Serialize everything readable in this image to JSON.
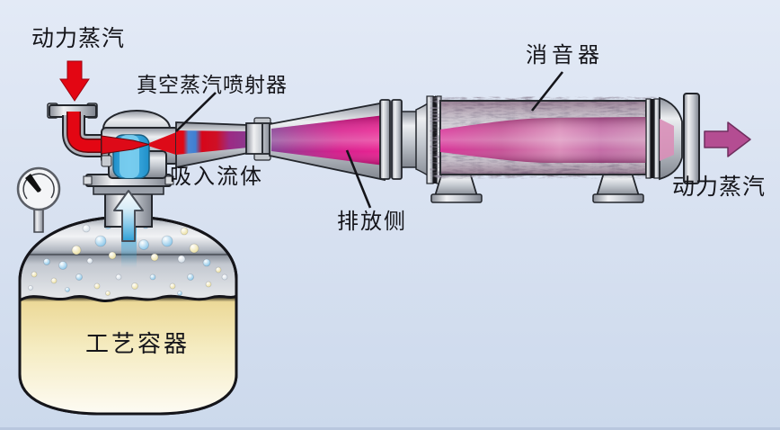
{
  "diagram": {
    "title_semantic": "vacuum-steam-ejector-system-diagram",
    "labels": {
      "motive_steam_in": "动力蒸汽",
      "ejector": "真空蒸汽喷射器",
      "silencer": "消音器",
      "suction_fluid": "吸入流体",
      "discharge_side": "排放侧",
      "motive_steam_out": "动力蒸汽",
      "process_vessel": "工艺容器"
    },
    "colors": {
      "motive_steam_red": "#e30613",
      "suction_blue": "#2fa8e0",
      "mixed_purple": "#8b2f8f",
      "discharge_magenta": "#e6007e",
      "outlet_pink_arrow": "#b44d92",
      "vessel_liquid_yellow": "#f0df9c",
      "metal_gray": "#b9bdc6",
      "background_blue": "#d9e2f1"
    }
  }
}
